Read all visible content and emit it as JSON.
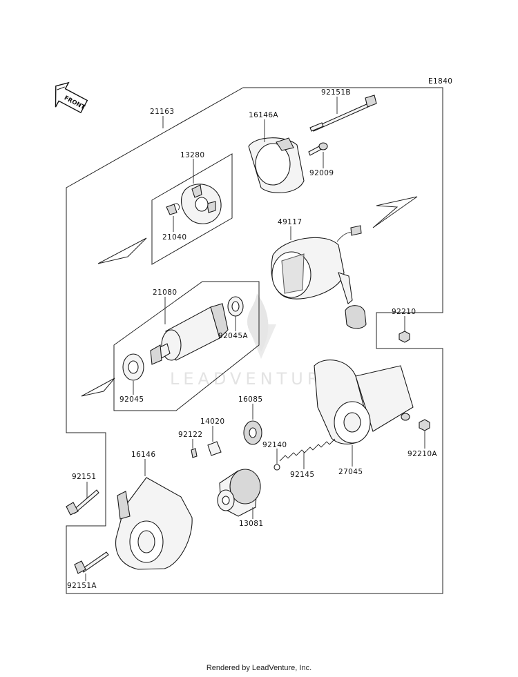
{
  "diagram": {
    "code": "E1840",
    "front_label": "FRONT",
    "watermark": "LEADVENTURE",
    "parts": {
      "p21163": "21163",
      "p92151B": "92151B",
      "p16146A": "16146A",
      "p92009": "92009",
      "p13280": "13280",
      "p21040": "21040",
      "p49117": "49117",
      "p21080": "21080",
      "p92045A": "92045A",
      "p92045": "92045",
      "p92210": "92210",
      "p16085": "16085",
      "p14020": "14020",
      "p92122": "92122",
      "p92140": "92140",
      "p92145": "92145",
      "p27045": "27045",
      "p92210A": "92210A",
      "p16146": "16146",
      "p92151": "92151",
      "p13081": "13081",
      "p92151A": "92151A"
    }
  },
  "footer": {
    "text": "Rendered by LeadVenture, Inc."
  }
}
